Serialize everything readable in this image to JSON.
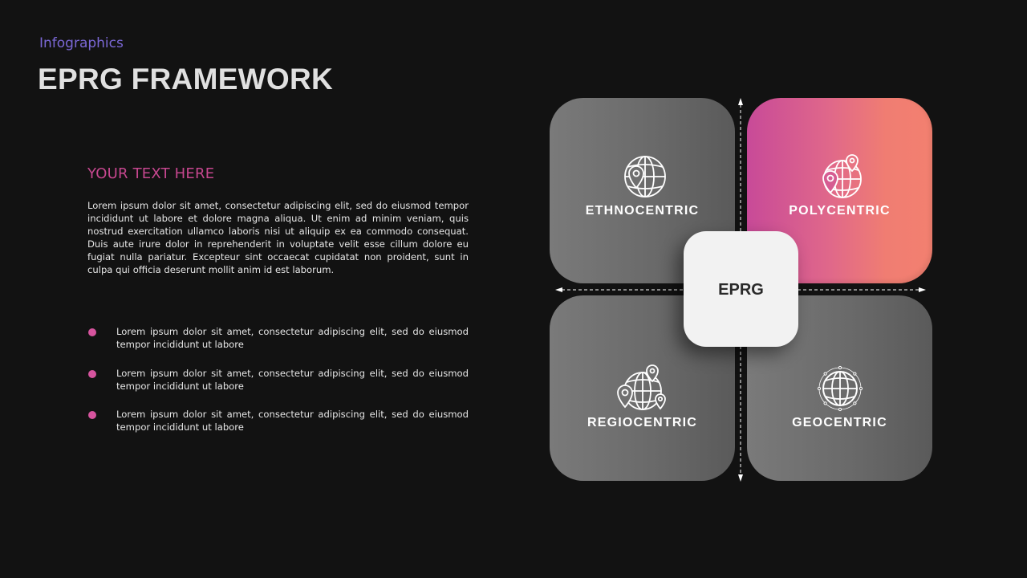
{
  "header": {
    "subtitle": "Infographics",
    "title": "EPRG FRAMEWORK"
  },
  "content": {
    "heading": "YOUR TEXT HERE",
    "paragraph": "Lorem ipsum dolor sit amet, consectetur adipiscing elit, sed do eiusmod tempor incididunt ut labore et dolore magna aliqua. Ut enim ad minim veniam, quis nostrud exercitation ullamco laboris nisi ut aliquip ex ea commodo consequat. Duis aute irure dolor in reprehenderit in voluptate velit esse cillum dolore eu fugiat nulla pariatur. Excepteur sint occaecat cupidatat non proident, sunt in culpa qui officia deserunt mollit anim id est laborum.",
    "bullets": [
      {
        "text": "Lorem ipsum dolor sit amet, consectetur adipiscing elit, sed do eiusmod tempor incididunt ut labore"
      },
      {
        "text": "Lorem ipsum dolor sit amet, consectetur adipiscing elit, sed do eiusmod tempor incididunt ut labore"
      },
      {
        "text": "Lorem ipsum dolor sit amet, consectetur adipiscing elit, sed do eiusmod tempor incididunt ut labore"
      }
    ]
  },
  "diagram": {
    "center_label": "EPRG",
    "quadrants": [
      {
        "label": "ETHNOCENTRIC",
        "icon": "globe-single-pin-icon",
        "position": "top-left",
        "style": "gray"
      },
      {
        "label": "POLYCENTRIC",
        "icon": "globe-two-pins-icon",
        "position": "top-right",
        "style": "pink-gradient"
      },
      {
        "label": "REGIOCENTRIC",
        "icon": "globe-three-pins-icon",
        "position": "bottom-left",
        "style": "gray"
      },
      {
        "label": "GEOCENTRIC",
        "icon": "globe-orbit-icon",
        "position": "bottom-right",
        "style": "gray"
      }
    ],
    "axes": {
      "horizontal": "bidirectional-dashed-arrow",
      "vertical": "bidirectional-dashed-arrow"
    }
  },
  "colors": {
    "background": "#121212",
    "subtitle": "#7b68d6",
    "title": "#e0e0e0",
    "heading": "#c6478f",
    "bullet_dot": "#d6549e",
    "card_gray_start": "#7a7a7a",
    "card_gray_end": "#5a5a5a",
    "card_pink_start": "#c84a98",
    "card_pink_end": "#f38070",
    "center_box": "#f2f2f2"
  }
}
